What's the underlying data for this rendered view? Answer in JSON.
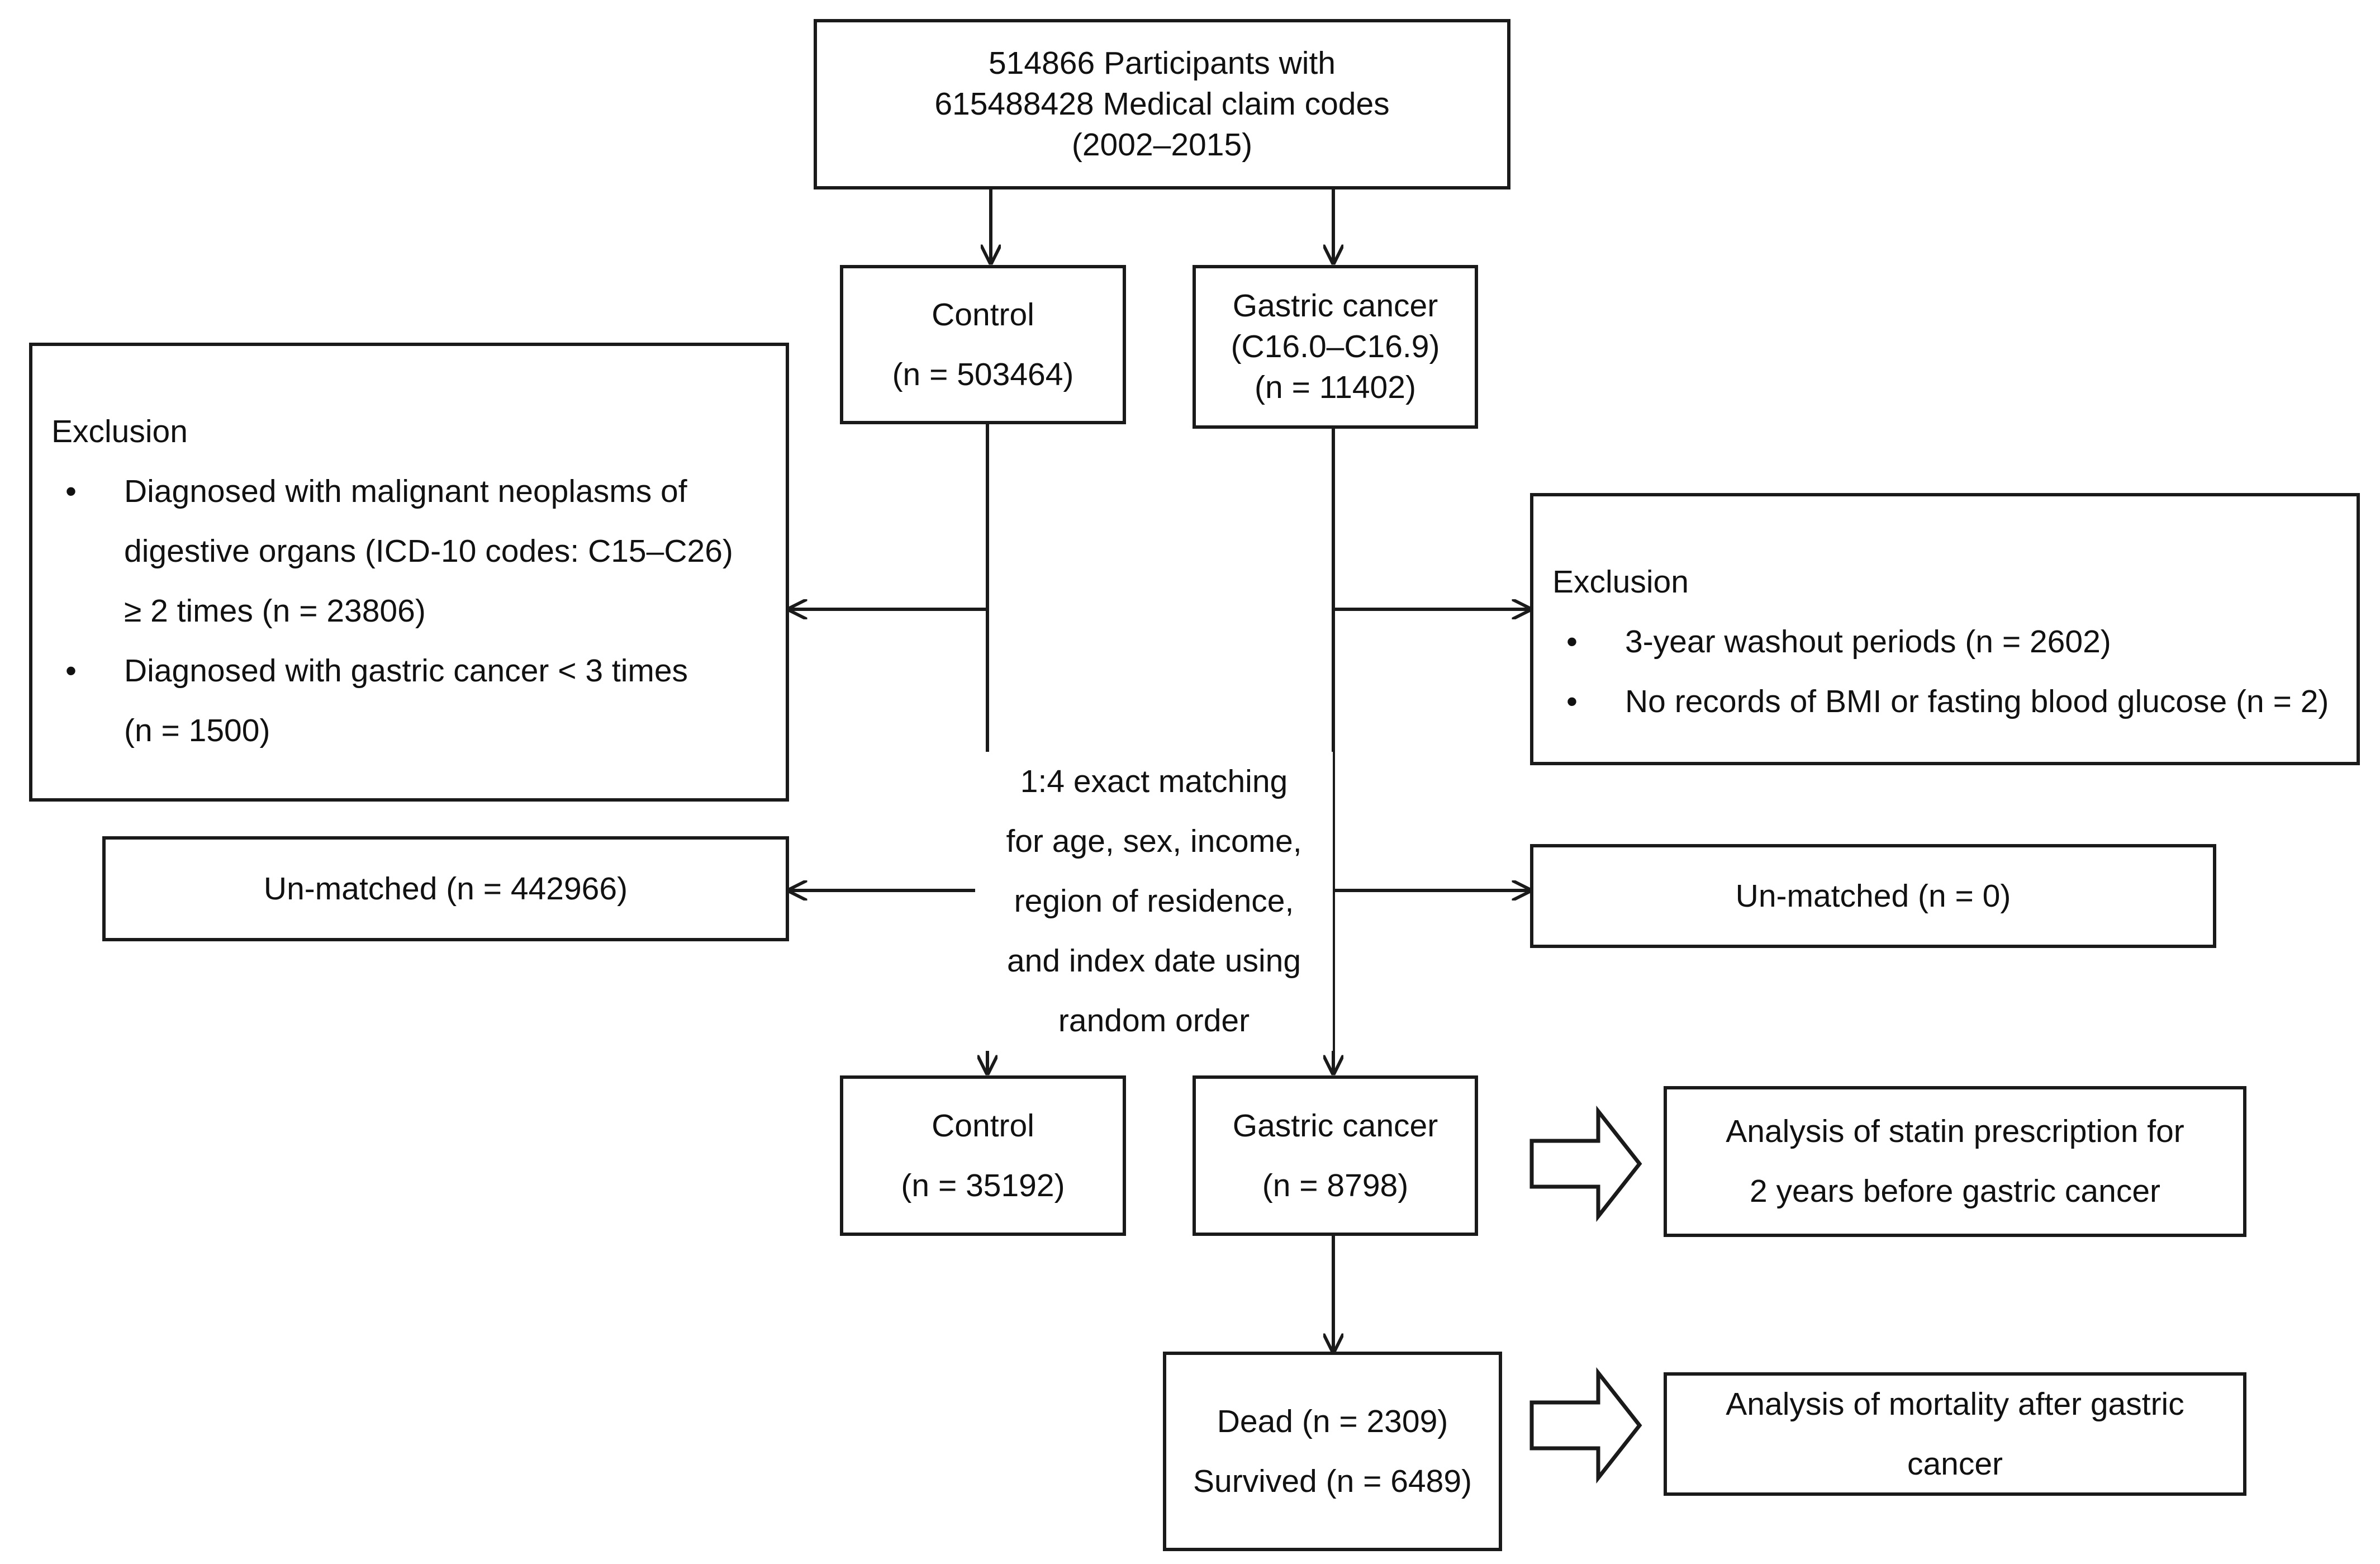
{
  "top_box": {
    "line1": "514866 Participants with",
    "line2": "615488428 Medical claim codes",
    "line3": "(2002–2015)"
  },
  "control_box": {
    "label": "Control",
    "count": "(n = 503464)"
  },
  "gastric_box": {
    "label": "Gastric cancer",
    "codes": "(C16.0–C16.9)",
    "count": "(n = 11402)"
  },
  "left_exclusion": {
    "title": "Exclusion",
    "items": [
      {
        "line1": "Diagnosed with malignant neoplasms of",
        "line2": "digestive organs (ICD-10 codes: C15–C26)",
        "line3": "≥ 2 times (n = 23806)"
      },
      {
        "line1": "Diagnosed with gastric  cancer < 3 times",
        "line2": " (n = 1500)"
      }
    ]
  },
  "right_exclusion": {
    "title": "Exclusion",
    "items": [
      "3-year washout periods  (n = 2602)",
      "No records of BMI or  fasting blood glucose (n = 2)"
    ]
  },
  "unmatched_left": "Un-matched (n = 442966)",
  "unmatched_right": "Un-matched (n = 0)",
  "matching_text": [
    "1:4 exact matching",
    "for age, sex, income,",
    "region of residence,",
    "and index date using",
    "random order"
  ],
  "control_matched": {
    "label": "Control",
    "count": "(n = 35192)"
  },
  "gastric_matched": {
    "label": "Gastric cancer",
    "count": "(n = 8798)"
  },
  "statin_box": {
    "line1": "Analysis of statin prescription for",
    "line2": "2 years before gastric cancer"
  },
  "outcome_box": {
    "dead": "Dead (n = 2309)",
    "survived": "Survived (n = 6489)"
  },
  "mortality_box": {
    "line1": "Analysis of mortality after gastric",
    "line2": "cancer"
  },
  "bullet_glyph": "•"
}
